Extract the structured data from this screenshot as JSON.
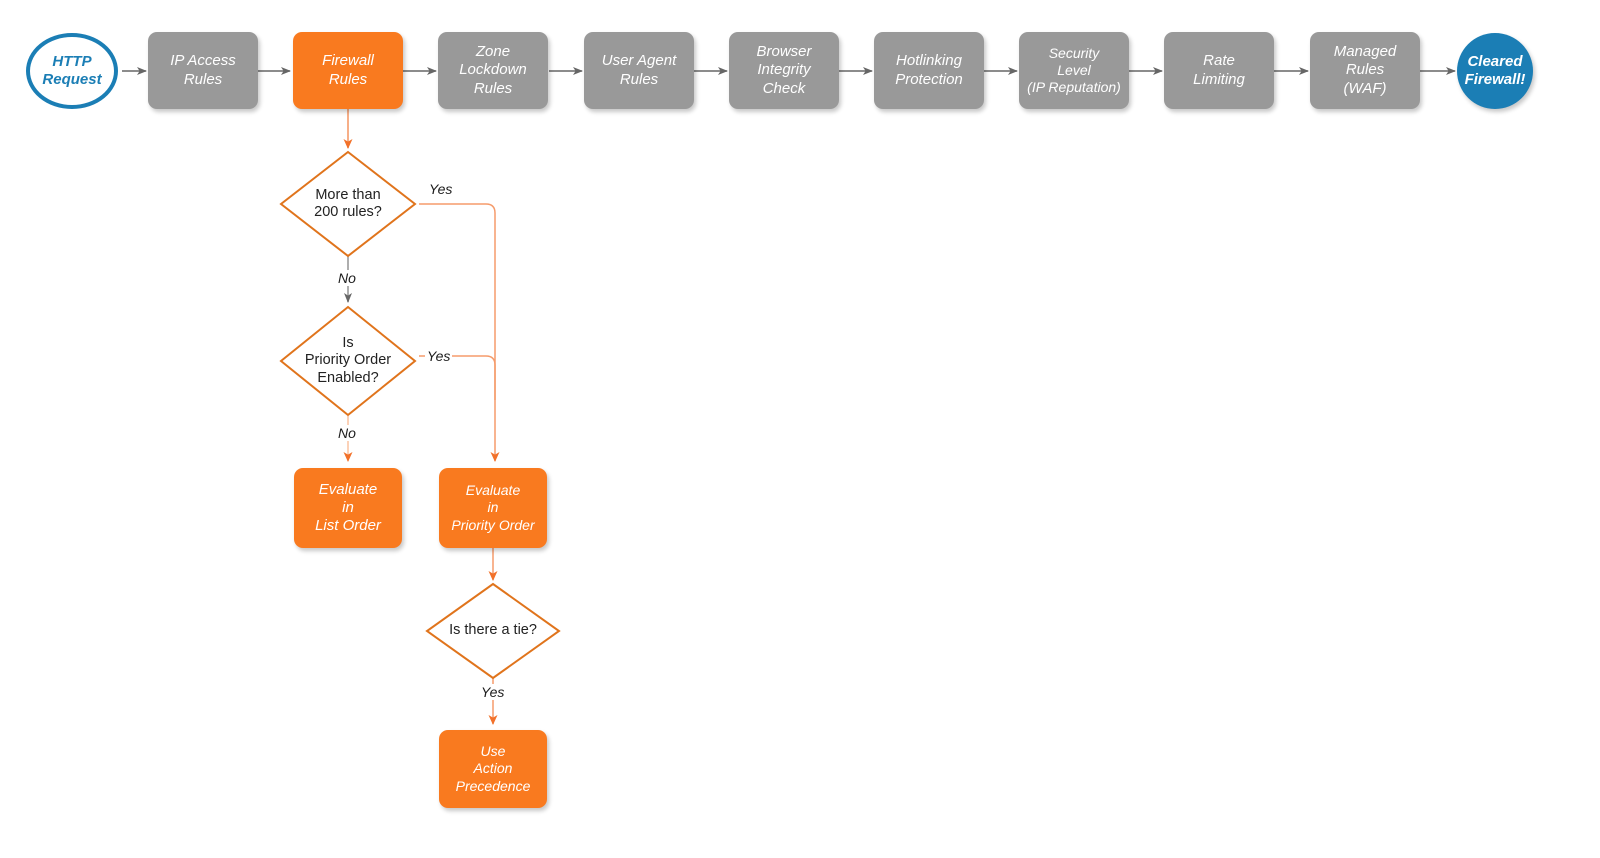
{
  "diagram": {
    "title": "Cloudflare firewall rules evaluation order flowchart",
    "colors": {
      "gray_node": "#999999",
      "orange_node": "#F97A1F",
      "blue_terminator": "#1B7EB5",
      "orange_stroke": "#E0741C",
      "orange_edge": "#F59B6B",
      "gray_edge": "#666666",
      "background": "#FFFFFF"
    },
    "pipeline": [
      {
        "id": "http-request",
        "label": "HTTP\nRequest",
        "shape": "circle",
        "style": "hollow-blue"
      },
      {
        "id": "ip-access-rules",
        "label": "IP Access\nRules",
        "shape": "process",
        "style": "gray"
      },
      {
        "id": "firewall-rules",
        "label": "Firewall\nRules",
        "shape": "process",
        "style": "orange"
      },
      {
        "id": "zone-lockdown-rules",
        "label": "Zone\nLockdown\nRules",
        "shape": "process",
        "style": "gray"
      },
      {
        "id": "user-agent-rules",
        "label": "User Agent\nRules",
        "shape": "process",
        "style": "gray"
      },
      {
        "id": "browser-integrity",
        "label": "Browser\nIntegrity\nCheck",
        "shape": "process",
        "style": "gray"
      },
      {
        "id": "hotlinking",
        "label": "Hotlinking\nProtection",
        "shape": "process",
        "style": "gray"
      },
      {
        "id": "security-level",
        "label": "Security\nLevel\n(IP Reputation)",
        "shape": "process",
        "style": "gray"
      },
      {
        "id": "rate-limiting",
        "label": "Rate\nLimiting",
        "shape": "process",
        "style": "gray"
      },
      {
        "id": "managed-rules",
        "label": "Managed\nRules\n(WAF)",
        "shape": "process",
        "style": "gray"
      },
      {
        "id": "cleared-firewall",
        "label": "Cleared\nFirewall!",
        "shape": "circle",
        "style": "filled-blue"
      }
    ],
    "decisions": [
      {
        "id": "more-than-200-rules",
        "label": "More than\n200 rules?"
      },
      {
        "id": "priority-order-enabled",
        "label": "Is\nPriority Order\nEnabled?"
      },
      {
        "id": "is-there-a-tie",
        "label": "Is there a tie?"
      }
    ],
    "outcomes": [
      {
        "id": "evaluate-list-order",
        "label": "Evaluate\nin\nList Order"
      },
      {
        "id": "evaluate-priority-order",
        "label": "Evaluate\nin\nPriority Order"
      },
      {
        "id": "use-action-precedence",
        "label": "Use\nAction\nPrecedence"
      }
    ],
    "edge_labels": {
      "more_than_200_yes": "Yes",
      "more_than_200_no": "No",
      "priority_order_yes": "Yes",
      "priority_order_no": "No",
      "tie_yes": "Yes"
    }
  }
}
